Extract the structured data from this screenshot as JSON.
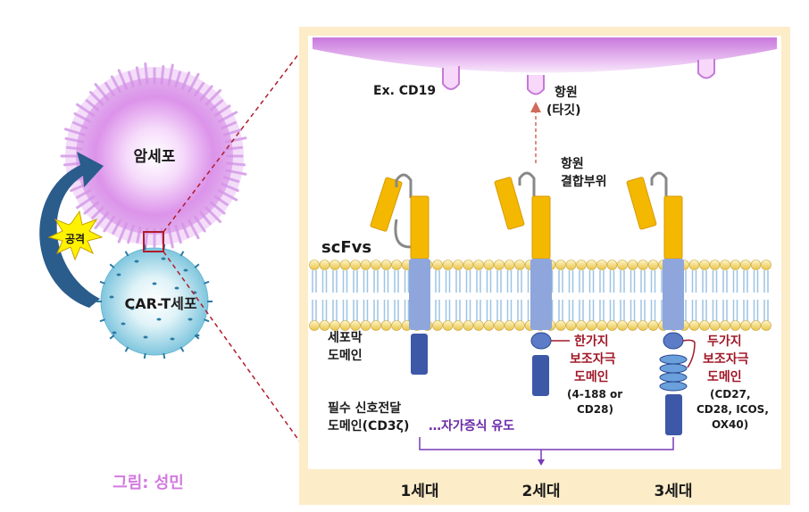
{
  "cells": {
    "cancer_cell": "암세포",
    "car_t_cell": "CAR-T세포",
    "attack": "공격"
  },
  "credit": "그림: 성민",
  "target": {
    "example_antigen": "Ex. CD19",
    "antigen_line1": "항원",
    "antigen_line2": "(타깃)"
  },
  "labels": {
    "binding_site_line1": "항원",
    "binding_site_line2": "결합부위",
    "scfvs": "scFvs",
    "membrane_domain_line1": "세포막",
    "membrane_domain_line2": "도메인",
    "signal_domain_line1": "필수 신호전달",
    "signal_domain_line2": "도메인(CD3ζ)",
    "proliferation": "…자가증식 유도"
  },
  "gen2": {
    "title_line1": "한가지",
    "title_line2": "보조자극",
    "title_line3": "도메인",
    "detail_line1": "(4-188 or",
    "detail_line2": "CD28)"
  },
  "gen3": {
    "title_line1": "두가지",
    "title_line2": "보조자극",
    "title_line3": "도메인",
    "detail_line1": "(CD27,",
    "detail_line2": "CD28, ICOS,",
    "detail_line3": "OX40)"
  },
  "generations": [
    "1세대",
    "2세대",
    "3세대"
  ],
  "colors": {
    "panel_bg": "#fcecc8",
    "cancer_cell": "#d98ee8",
    "t_cell": "#8fd0e4",
    "receptor_yellow": "#f5b800",
    "receptor_blue": "#8ea6dc",
    "signal_blue": "#3e58a8",
    "red_text": "#a01828",
    "purple_text": "#6a2aa8",
    "arrow_blue": "#2a5c8c"
  }
}
